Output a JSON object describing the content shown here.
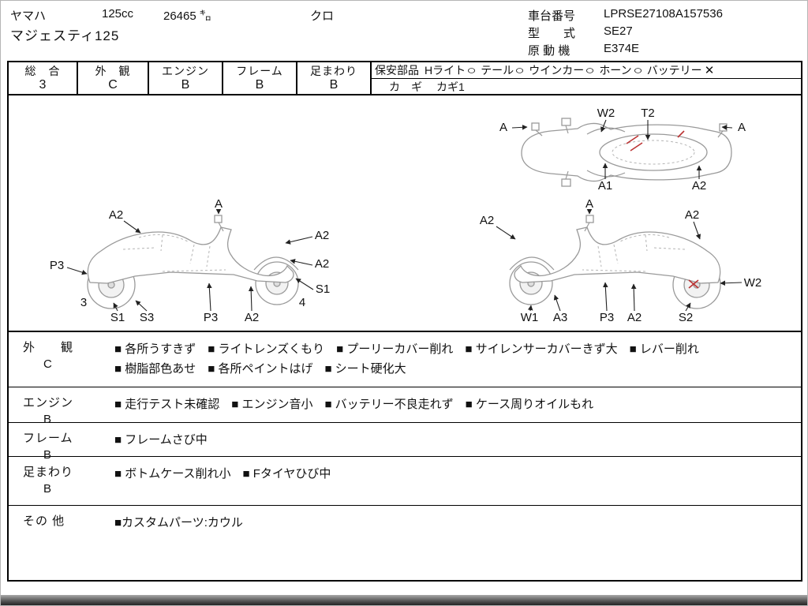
{
  "header": {
    "maker": "ヤマハ",
    "displacement": "125cc",
    "mileage": "26465",
    "mileage_unit": "㌔",
    "color": "クロ",
    "model_name": "マジェスティ125",
    "chassis_label": "車台番号",
    "chassis_number": "LPRSE27108A157536",
    "type_label": "型　　式",
    "type_value": "SE27",
    "engine_label": "原 動 機",
    "engine_value": "E374E"
  },
  "grades": {
    "cells": [
      {
        "label": "総　合",
        "value": "3"
      },
      {
        "label": "外　観",
        "value": "C"
      },
      {
        "label": "エンジン",
        "value": "B"
      },
      {
        "label": "フレーム",
        "value": "B"
      },
      {
        "label": "足まわり",
        "value": "B"
      }
    ],
    "safety": {
      "label": "保安部品",
      "items": [
        {
          "name": "Hライト",
          "mark": "○"
        },
        {
          "name": "テール",
          "mark": "○"
        },
        {
          "name": "ウインカー",
          "mark": "○"
        },
        {
          "name": "ホーン",
          "mark": "○"
        },
        {
          "name": "バッテリー",
          "mark": "✕"
        }
      ],
      "key_label": "カ　ギ",
      "key_value": "カギ1"
    }
  },
  "diagrams": {
    "top": {
      "labels": [
        "A",
        "W2",
        "T2",
        "A",
        "A1",
        "A2"
      ]
    },
    "left": {
      "labels": [
        "A2",
        "A",
        "A2",
        "P3",
        "A2",
        "S1",
        "3",
        "S1",
        "S3",
        "P3",
        "A2",
        "4"
      ]
    },
    "right": {
      "labels": [
        "A2",
        "A",
        "A2",
        "W2",
        "W1",
        "A3",
        "P3",
        "A2",
        "S2"
      ]
    }
  },
  "comments": {
    "rows": [
      {
        "label": "外　　観",
        "grade": "C",
        "lines": [
          "■ 各所うすきず　■ ライトレンズくもり　■ プーリーカバー削れ　■ サイレンサーカバーきず大　■ レバー削れ",
          "■ 樹脂部色あせ　■ 各所ペイントはげ　■ シート硬化大"
        ]
      },
      {
        "label": "エンジン",
        "grade": "B",
        "lines": [
          "■ 走行テスト未確認　■ エンジン音小　■ バッテリー不良走れず　■ ケース周りオイルもれ"
        ]
      },
      {
        "label": "フレーム",
        "grade": "B",
        "lines": [
          "■ フレームさび中"
        ]
      },
      {
        "label": "足まわり",
        "grade": "B",
        "lines": [
          "■ ボトムケース削れ小　■ Fタイヤひび中"
        ]
      },
      {
        "label": "その 他",
        "grade": "",
        "lines": [
          "■カスタムパーツ:カウル"
        ]
      }
    ]
  }
}
